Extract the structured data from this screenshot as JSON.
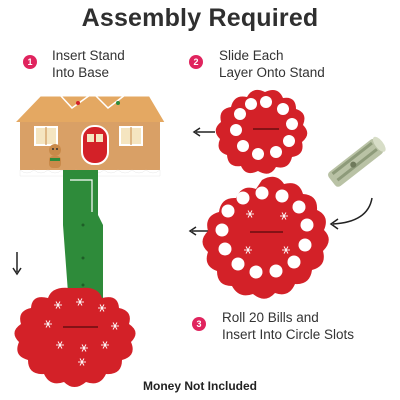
{
  "title": "Assembly Required",
  "steps": [
    {
      "number": "1",
      "line1": "Insert Stand",
      "line2": "Into Base"
    },
    {
      "number": "2",
      "line1": "Slide Each",
      "line2": "Layer Onto Stand"
    },
    {
      "number": "3",
      "line1": "Roll 20 Bills and",
      "line2": "Insert Into Circle Slots"
    }
  ],
  "footer": "Money Not Included",
  "colors": {
    "accent": "#e0245e",
    "red": "#d32128",
    "green": "#2e8b3a",
    "gingerbread": "#c98a4a"
  }
}
